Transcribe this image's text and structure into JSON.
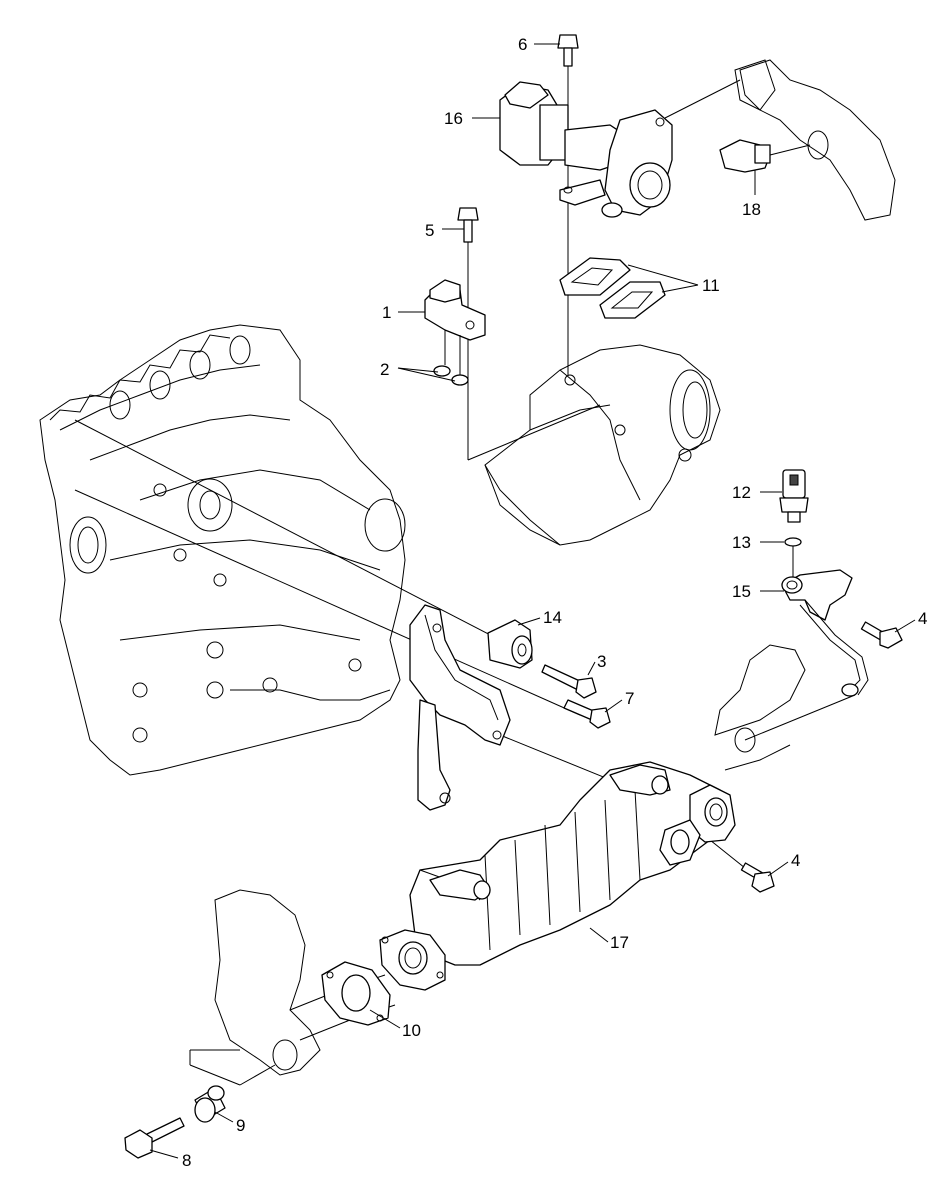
{
  "callouts": [
    {
      "id": "c1",
      "label": "1"
    },
    {
      "id": "c2",
      "label": "2"
    },
    {
      "id": "c3",
      "label": "3"
    },
    {
      "id": "c4a",
      "label": "4"
    },
    {
      "id": "c4b",
      "label": "4"
    },
    {
      "id": "c5",
      "label": "5"
    },
    {
      "id": "c6",
      "label": "6"
    },
    {
      "id": "c7",
      "label": "7"
    },
    {
      "id": "c8",
      "label": "8"
    },
    {
      "id": "c9",
      "label": "9"
    },
    {
      "id": "c10",
      "label": "10"
    },
    {
      "id": "c11",
      "label": "11"
    },
    {
      "id": "c12",
      "label": "12"
    },
    {
      "id": "c13",
      "label": "13"
    },
    {
      "id": "c14",
      "label": "14"
    },
    {
      "id": "c15",
      "label": "15"
    },
    {
      "id": "c16",
      "label": "16"
    },
    {
      "id": "c17",
      "label": "17"
    },
    {
      "id": "c18",
      "label": "18"
    }
  ]
}
